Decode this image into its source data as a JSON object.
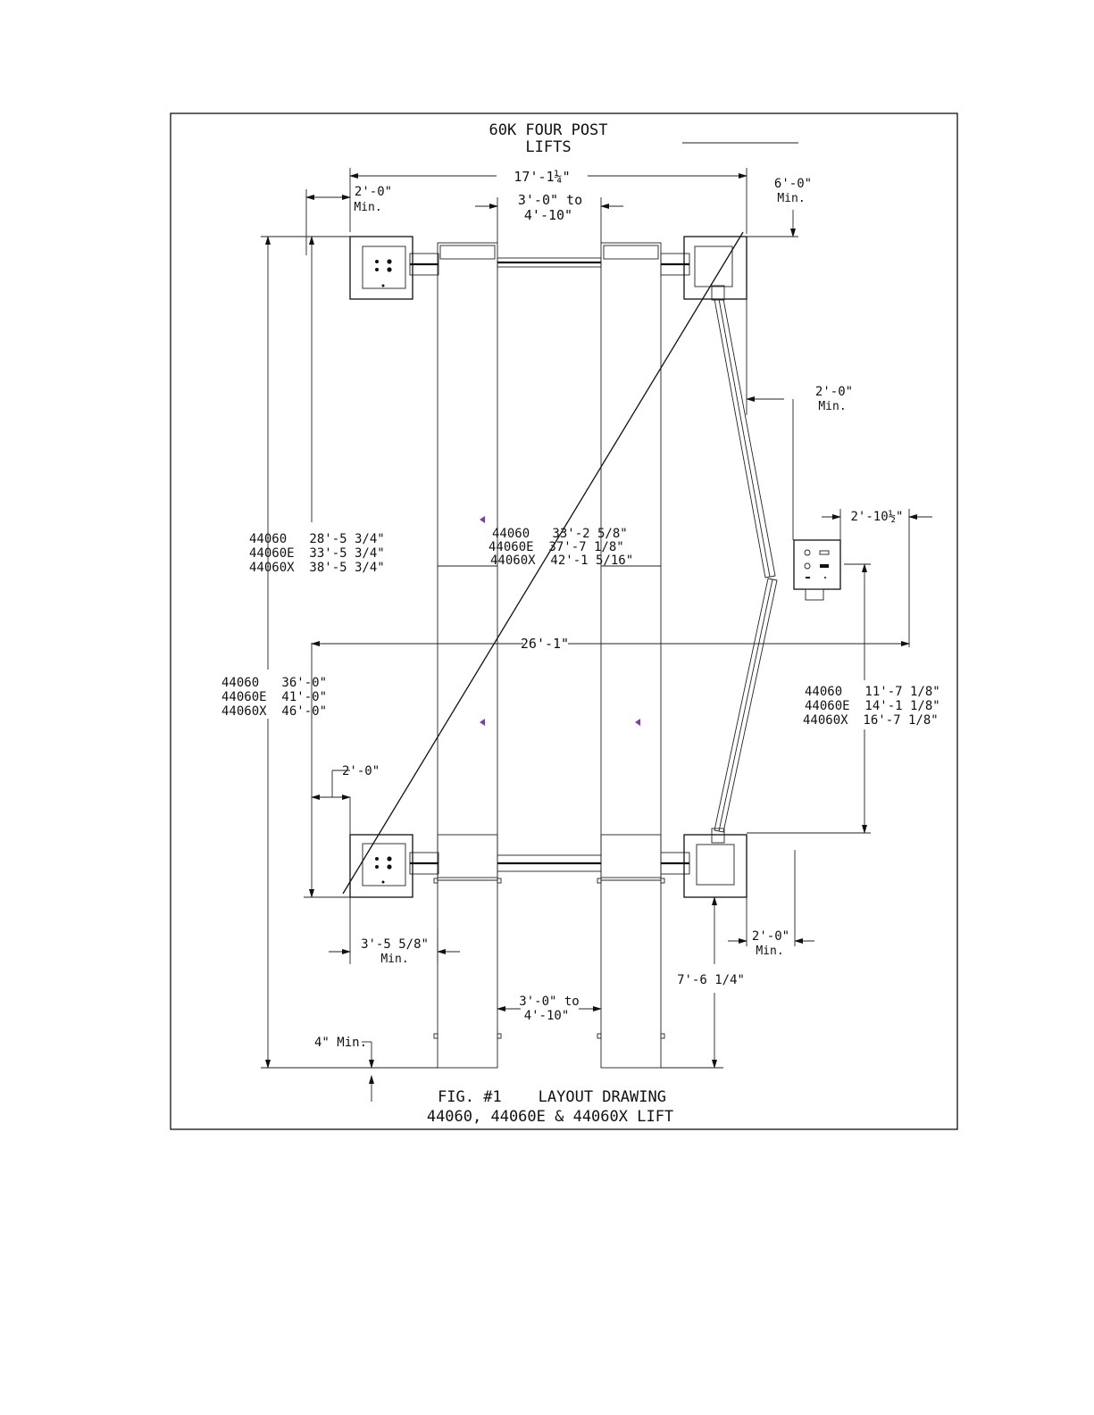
{
  "title": {
    "line1": "60K FOUR POST",
    "line2": "LIFTS"
  },
  "caption": {
    "line1": "FIG. #1    LAYOUT DRAWING",
    "line2": "44060, 44060E & 44060X LIFT"
  },
  "dims": {
    "overall_width": "17'-1¼\"",
    "top_left_clear": "2'-0\"",
    "top_left_clear_min": "Min.",
    "runway_gap_top_1": "3'-0\" to",
    "runway_gap_top_2": "4'-10\"",
    "top_right_clear": "6'-0\"",
    "top_right_clear_min": "Min.",
    "side_clear": "2'-0\"",
    "side_clear_min": "Min.",
    "console_width": "2'-10½\"",
    "overall_length_total": "26'-1\"",
    "left_lower_clear": "2'-0\"",
    "bottom_left_clear": "3'-5 5/8\"",
    "bottom_left_clear_min": "Min.",
    "runway_gap_bottom_1": "3'-0\" to",
    "runway_gap_bottom_2": "4'-10\"",
    "bottom_right_clear": "2'-0\"",
    "bottom_right_clear_min": "Min.",
    "ramp_length": "7'-6 1/4\"",
    "end_clear": "4\" Min."
  },
  "tables": {
    "post_spacing": [
      "44060   28'-5 3/4\"",
      "44060E  33'-5 3/4\"",
      "44060X  38'-5 3/4\""
    ],
    "overall_length": [
      "44060   36'-0\"",
      "44060E  41'-0\"",
      "44060X  46'-0\""
    ],
    "diagonal": [
      "44060   33'-2 5/8\"",
      "44060E  37'-7 1/8\"",
      "44060X  42'-1 5/16\""
    ],
    "console_position": [
      "44060   11'-7 1/8\"",
      "44060E  14'-1 1/8\"",
      "44060X  16'-7 1/8\""
    ]
  }
}
